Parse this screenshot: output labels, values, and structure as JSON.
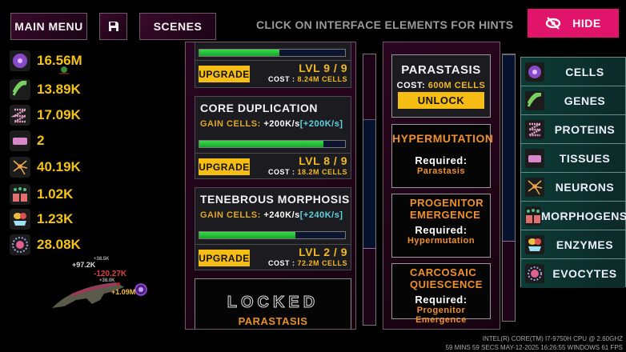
{
  "topbar": {
    "main_menu": "MAIN MENU",
    "scenes": "SCENES",
    "hint": "CLICK ON INTERFACE ELEMENTS FOR HINTS",
    "hide": "HIDE"
  },
  "resources": [
    {
      "name": "cells",
      "value": "16.56M",
      "color": "#a066d8"
    },
    {
      "name": "genes",
      "value": "13.89K",
      "color": "#78d060"
    },
    {
      "name": "proteins",
      "value": "17.09K",
      "color": "#e0a0c8"
    },
    {
      "name": "tissues",
      "value": "2",
      "color": "#d888c8"
    },
    {
      "name": "neurons",
      "value": "40.19K",
      "color": "#e8b050"
    },
    {
      "name": "morphogens",
      "value": "1.02K",
      "color": "#e07070"
    },
    {
      "name": "enzymes",
      "value": "1.23K",
      "color": "#e8a040"
    },
    {
      "name": "evocytes",
      "value": "28.08K",
      "color": "#e06090"
    }
  ],
  "floating_numbers": {
    "a": "+97.2K",
    "b": "-120.27K",
    "c": "+1.09M",
    "d": "+38.5K",
    "e": "+38.0K"
  },
  "upgrades": [
    {
      "level": "LVL 9 / 9",
      "cost_label": "COST :",
      "cost": "8.24M CELLS",
      "button": "UPGRADE",
      "progress": 55
    },
    {
      "title": "CORE DUPLICATION",
      "gain_label": "GAIN CELLS:",
      "gain": "+200K/s",
      "bonus": "[+200K/s]",
      "progress": 85,
      "button": "UPGRADE",
      "level": "LVL 8 / 9",
      "cost_label": "COST :",
      "cost": "18.2M CELLS"
    },
    {
      "title": "TENEBROUS MORPHOSIS",
      "gain_label": "GAIN CELLS:",
      "gain": "+240K/s",
      "bonus": "[+240K/s]",
      "progress": 66,
      "button": "UPGRADE",
      "level": "LVL 2 / 9",
      "cost_label": "COST :",
      "cost": "72.2M CELLS"
    }
  ],
  "locked": {
    "label": "LOCKED",
    "requirement": "PARASTASIS"
  },
  "research": {
    "parastasis": {
      "title": "PARASTASIS",
      "cost_label": "COST:",
      "cost": "600M CELLS",
      "button": "UNLOCK"
    },
    "items": [
      {
        "title": "HYPERMUTATION",
        "req_label": "Required:",
        "req": "Parastasis"
      },
      {
        "title": "PROGENITOR EMERGENCE",
        "req_label": "Required:",
        "req": "Hypermutation"
      },
      {
        "title": "CARCOSAIC QUIESCENCE",
        "req_label": "Required:",
        "req": "Progenitor Emergence"
      }
    ]
  },
  "nav": [
    {
      "label": "CELLS",
      "color": "#a066d8"
    },
    {
      "label": "GENES",
      "color": "#78d060"
    },
    {
      "label": "PROTEINS",
      "color": "#e0a0c8"
    },
    {
      "label": "TISSUES",
      "color": "#d888c8"
    },
    {
      "label": "NEURONS",
      "color": "#e8b050"
    },
    {
      "label": "MORPHOGENS",
      "color": "#e07070"
    },
    {
      "label": "ENZYMES",
      "color": "#e8a040"
    },
    {
      "label": "EVOCYTES",
      "color": "#e06090"
    }
  ],
  "system": {
    "cpu": "INTEL(R) CORE(TM) I7-9750H CPU @ 2.60GHZ",
    "status": "59 MINS 59 SECS   MAY-12-2025 16:26:55   WINDOWS   61 FPS"
  }
}
